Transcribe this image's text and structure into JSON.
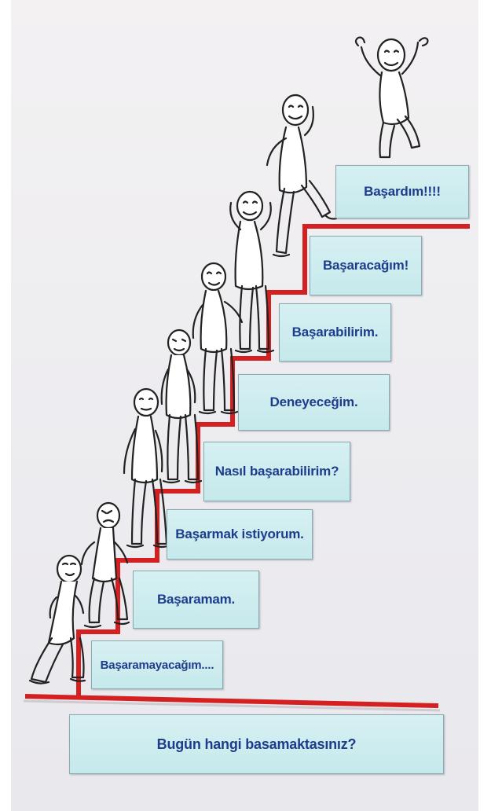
{
  "steps": {
    "s1": "Başaramayacağım....",
    "s2": "Başaramam.",
    "s3": "Başarmak istiyorum.",
    "s4": "Nasıl başarabilirim?",
    "s5": "Deneyeceğim.",
    "s6": "Başarabilirim.",
    "s7": "Başaracağım!",
    "s8": "Başardım!!!!"
  },
  "question": "Bugün hangi basamaktasınız?",
  "colors": {
    "stair_line": "#d42020",
    "label_fill": "#c9eaee",
    "label_text": "#1d3d8c"
  },
  "icons": [
    "stick-figure-icon"
  ]
}
